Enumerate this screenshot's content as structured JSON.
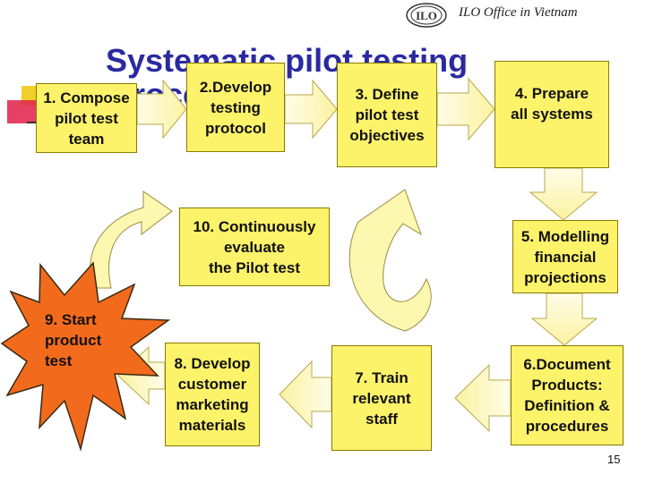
{
  "header": {
    "org_name": "ILO Office in Vietnam"
  },
  "title": {
    "line1": "Systematic pilot testing",
    "line2": "process"
  },
  "steps": {
    "s1": "1. Compose\npilot test\nteam",
    "s2": "2.Develop\ntesting\nprotocol",
    "s3": "3. Define\npilot test\nobjectives",
    "s4": "4. Prepare\nall systems",
    "s5": "5. Modelling\nfinancial\nprojections",
    "s6": "6.Document\nProducts:\nDefinition &\nprocedures",
    "s7": "7. Train\nrelevant\nstaff",
    "s8": "8. Develop\ncustomer\nmarketing\nmaterials",
    "s9": "9. Start\nproduct\ntest",
    "s10": "10. Continuously\nevaluate\nthe Pilot test"
  },
  "footer": {
    "page_number": "15"
  },
  "colors": {
    "box_fill": "#fdf36a",
    "starburst": "#f26b1d",
    "arrow": "#fdf8b0",
    "title": "#2a2aa0"
  }
}
